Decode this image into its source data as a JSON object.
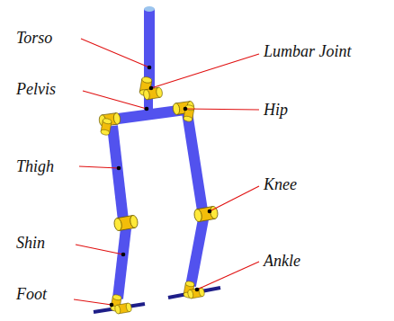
{
  "diagram": {
    "labels": [
      "Torso",
      "Lumbar Joint",
      "Pelvis",
      "Hip",
      "Thigh",
      "Knee",
      "Shin",
      "Ankle",
      "Foot"
    ]
  }
}
